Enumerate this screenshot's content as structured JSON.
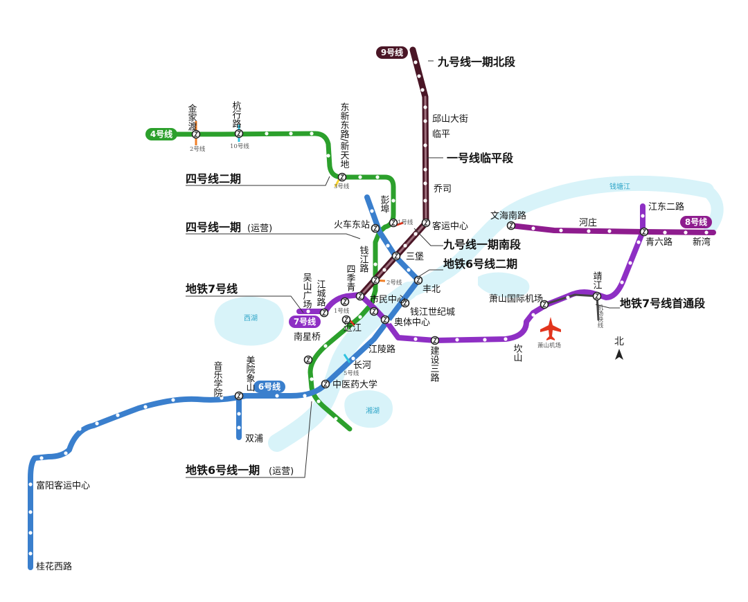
{
  "map": {
    "water_labels": {
      "qiantang": "钱塘江",
      "xihu": "西湖",
      "xianghu": "湘湖"
    },
    "north_label": "北",
    "airport_label": "萧山机场",
    "colors": {
      "line1": "#7a3b56",
      "line2": "#f07f27",
      "line4": "#2ca02c",
      "line5": "#31c3e0",
      "line6": "#3a7fcd",
      "line7": "#8e2fc4",
      "line8": "#8e1c8e",
      "line9": "#4a1626",
      "airport_express": "#444444",
      "water": "#d8f3f9",
      "airport_icon": "#e2351d"
    }
  },
  "lines": {
    "line9": {
      "badge": "9号线"
    },
    "line4": {
      "badge": "4号线"
    },
    "line8": {
      "badge": "8号线"
    },
    "line7": {
      "badge": "7号线"
    },
    "line6": {
      "badge": "6号线"
    }
  },
  "callouts": {
    "line9_north": "九号线一期北段",
    "line1_linping": "一号线临平段",
    "line4_phase2": "四号线二期",
    "line4_phase1": "四号线一期",
    "line4_phase1_note": "(运营)",
    "line9_south": "九号线一期南段",
    "line6_phase2": "地铁6号线二期",
    "line7": "地铁7号线",
    "line7_express": "地铁7号线首通段",
    "line6_phase1": "地铁6号线一期",
    "line6_phase1_note": "(运营)"
  },
  "stations": {
    "jinjiadu": "金家渡",
    "hangxinglu": "杭行路",
    "dongxin": "东新东路/新天地",
    "pengbu": "彭埠",
    "huochedongzhan": "火车东站",
    "qianjianglu": "钱江路",
    "sijiqing": "四季青",
    "jiangchenglu": "江城路",
    "wushanguangchang": "吴山广场",
    "shiminzhongxin": "市民中心",
    "jinjiang": "近江",
    "nanxingqiao": "南星桥",
    "changhe": "长河",
    "jianglinglu": "江陵路",
    "qianjiangshijicheng": "钱江世纪城",
    "aotizhongxin": "奥体中心",
    "fengbei": "丰北",
    "sanbao": "三堡",
    "keyunzhongxin": "客运中心",
    "qiaosi": "乔司",
    "linping": "临平",
    "qiushandajie": "邱山大街",
    "wenhainanlu": "文海南路",
    "hezhuang": "河庄",
    "jiangdongerlu": "江东二路",
    "qingliulu": "青六路",
    "xinwan": "新湾",
    "jingjiang": "靖江",
    "xiaoshanguojijichang": "萧山国际机场",
    "kanshan": "坎山",
    "jianshesanlu": "建设三路",
    "zhongyiyaodaxue": "中医药大学",
    "meiyuanxiangshan": "美院象山",
    "yinlexueyuan": "音乐学院",
    "shuangpu": "双浦",
    "fuyangkeyunzhongxin": "富阳客运中心",
    "guihuaxilu": "桂花西路"
  },
  "transfers": {
    "l2_a": "2号线",
    "l10": "10号线",
    "l3": "3号线",
    "l1": "1号线",
    "l2_b": "2号线",
    "l1_b": "1号线",
    "l5": "5号线",
    "airport_express": "机场快线"
  }
}
